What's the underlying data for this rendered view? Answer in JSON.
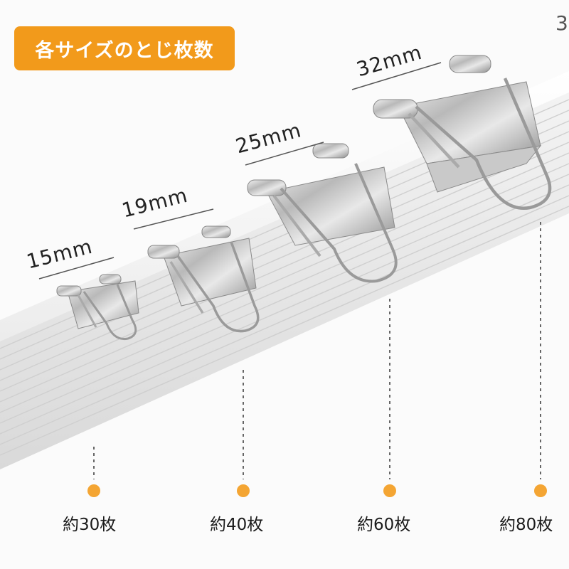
{
  "title_badge": {
    "text": "各サイズのとじ枚数",
    "color": "#f29a1b"
  },
  "accent_color": "#f4a533",
  "corner_text": "3",
  "clips": [
    {
      "size_label": "15mm",
      "count_label": "約30枚"
    },
    {
      "size_label": "19mm",
      "count_label": "約40枚"
    },
    {
      "size_label": "25mm",
      "count_label": "約60枚"
    },
    {
      "size_label": "32mm",
      "count_label": "約80枚"
    }
  ]
}
